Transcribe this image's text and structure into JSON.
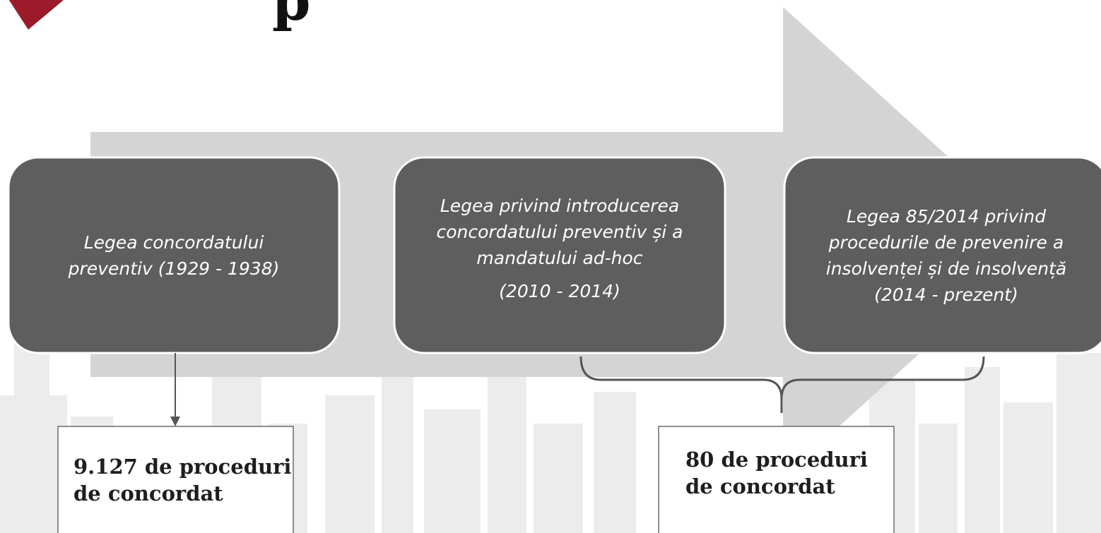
{
  "title_fragment": "p",
  "stages": [
    {
      "lines": [
        "Legea concordatului",
        "preventiv (1929 - 1938)"
      ]
    },
    {
      "lines": [
        "Legea privind introducerea",
        "concordatului preventiv și a",
        "mandatului ad-hoc",
        "(2010 - 2014)"
      ]
    },
    {
      "lines": [
        "Legea 85/2014 privind",
        "procedurile de prevenire a",
        "insolvenței și de insolvență",
        "(2014 - prezent)"
      ]
    }
  ],
  "results": [
    {
      "lines": [
        "9.127 de proceduri",
        "de concordat"
      ]
    },
    {
      "lines": [
        "80 de proceduri",
        "de concordat"
      ]
    }
  ],
  "colors": {
    "accent": "#9b1b2a",
    "arrow": "#d4d4d4",
    "box_fill": "#5e5e5e",
    "box_border": "#ffffff",
    "result_border": "#6a6a6a",
    "connector": "#555555",
    "city": "#e9e9e9"
  },
  "icons": [
    "diamond-logo-icon"
  ]
}
